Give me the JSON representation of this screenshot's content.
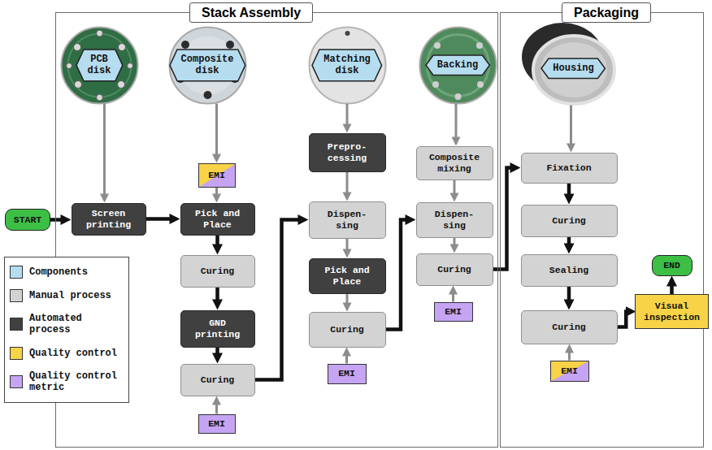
{
  "diagram": {
    "nodes": [
      {
        "text": [
          "Stack Assembly"
        ]
      },
      {
        "text": [
          "Packaging"
        ]
      },
      {
        "text": [
          "PCB disk"
        ],
        "in": 0
      },
      {
        "text": [
          "Composite disk"
        ],
        "in": 0
      },
      {
        "text": [
          "Matching disk"
        ],
        "in": 0
      },
      {
        "text": [
          "Backing"
        ],
        "in": 0
      },
      {
        "text": [
          "Housing"
        ],
        "in": 1
      },
      {
        "text": [
          "START"
        ]
      },
      {
        "text": [
          "Screen printing"
        ],
        "in": 0
      },
      {
        "text": [
          "EMI"
        ],
        "in": 0
      },
      {
        "text": [
          "Pick and Place"
        ],
        "in": 0
      },
      {
        "text": [
          "Curing"
        ],
        "in": 0
      },
      {
        "text": [
          "GND printing"
        ],
        "in": 0
      },
      {
        "text": [
          "Curing"
        ],
        "in": 0
      },
      {
        "text": [
          "EMI"
        ],
        "in": 0
      },
      {
        "text": [
          "Prepro- cessing"
        ],
        "in": 0
      },
      {
        "text": [
          "Dispen- sing"
        ],
        "in": 0
      },
      {
        "text": [
          "Pick and Place"
        ],
        "in": 0
      },
      {
        "text": [
          "Curing"
        ],
        "in": 0
      },
      {
        "text": [
          "EMI"
        ],
        "in": 0
      },
      {
        "text": [
          "Composite mixing"
        ],
        "in": 0
      },
      {
        "text": [
          "Dispen- sing"
        ],
        "in": 0
      },
      {
        "text": [
          "Curing"
        ],
        "in": 0
      },
      {
        "text": [
          "EMI"
        ],
        "in": 0
      },
      {
        "text": [
          "Fixation"
        ],
        "in": 1
      },
      {
        "text": [
          "Curing"
        ],
        "in": 1
      },
      {
        "text": [
          "Sealing"
        ],
        "in": 1
      },
      {
        "text": [
          "Curing"
        ],
        "in": 1
      },
      {
        "text": [
          "EMI"
        ],
        "in": 1
      },
      {
        "text": [
          "Visual inspection"
        ]
      },
      {
        "text": [
          "END"
        ],
        "in": 1
      }
    ],
    "edges": [
      {
        "from": 7,
        "to": 8,
        "arrow": "to"
      },
      {
        "from": 2,
        "to": 8,
        "arrow": "to"
      },
      {
        "from": 8,
        "to": 10,
        "arrow": "to"
      },
      {
        "from": 3,
        "to": 9,
        "arrow": "to"
      },
      {
        "from": 9,
        "to": 10,
        "arrow": "to"
      },
      {
        "from": 10,
        "to": 11,
        "arrow": "to"
      },
      {
        "from": 11,
        "to": 12,
        "arrow": "to"
      },
      {
        "from": 12,
        "to": 13,
        "arrow": "to"
      },
      {
        "from": 14,
        "to": 13,
        "arrow": "to"
      },
      {
        "from": 13,
        "to": 16,
        "arrow": "to"
      },
      {
        "from": 4,
        "to": 15,
        "arrow": "to"
      },
      {
        "from": 15,
        "to": 16,
        "arrow": "to"
      },
      {
        "from": 16,
        "to": 17,
        "arrow": "to"
      },
      {
        "from": 17,
        "to": 18,
        "arrow": "to"
      },
      {
        "from": 19,
        "to": 18,
        "arrow": "to"
      },
      {
        "from": 18,
        "to": 21,
        "arrow": "to"
      },
      {
        "from": 5,
        "to": 20,
        "arrow": "to"
      },
      {
        "from": 20,
        "to": 21,
        "arrow": "to"
      },
      {
        "from": 21,
        "to": 22,
        "arrow": "to"
      },
      {
        "from": 23,
        "to": 22,
        "arrow": "to"
      },
      {
        "from": 22,
        "to": 24,
        "arrow": "to"
      },
      {
        "from": 6,
        "to": 24,
        "arrow": "to"
      },
      {
        "from": 24,
        "to": 25,
        "arrow": "to"
      },
      {
        "from": 25,
        "to": 26,
        "arrow": "to"
      },
      {
        "from": 26,
        "to": 27,
        "arrow": "to"
      },
      {
        "from": 28,
        "to": 27,
        "arrow": "to"
      },
      {
        "from": 27,
        "to": 29,
        "arrow": "to"
      },
      {
        "from": 29,
        "to": 30,
        "arrow": "to"
      }
    ],
    "legend": [
      {
        "text": "Components",
        "color": "#b6dcef"
      },
      {
        "text": "Manual process",
        "color": "#d3d3d3"
      },
      {
        "text": "Automated process",
        "color": "#404040"
      },
      {
        "text": "Quality control",
        "color": "#f8d347"
      },
      {
        "text": "Quality control metric",
        "color": "#c6a4f4"
      }
    ]
  }
}
